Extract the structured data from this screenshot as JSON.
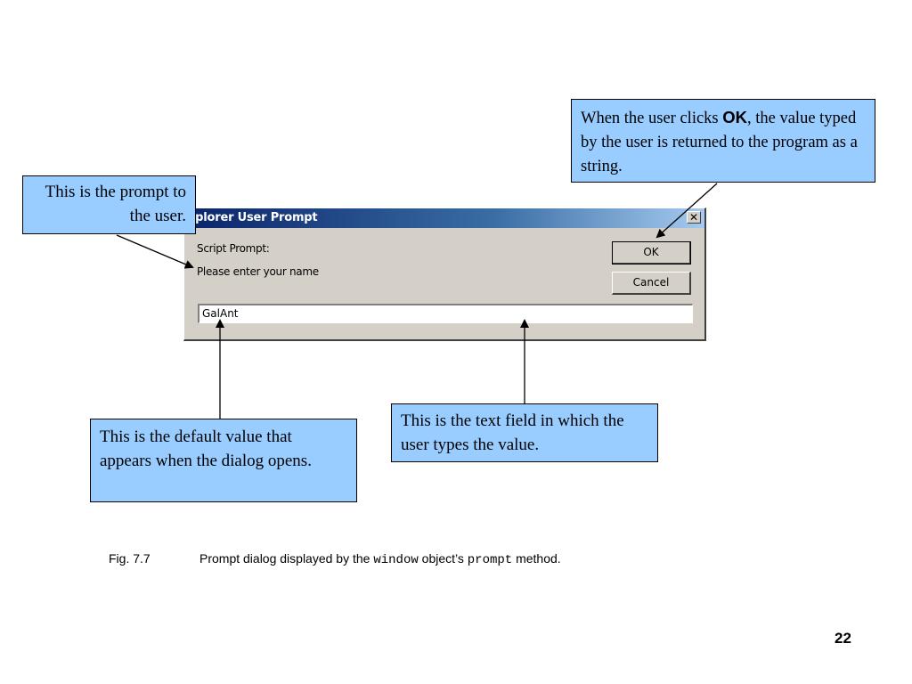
{
  "dialog": {
    "title": "xplorer User Prompt",
    "close_glyph": "✕",
    "script_prompt_label": "Script Prompt:",
    "prompt_text": "Please enter your name",
    "ok_label": "OK",
    "cancel_label": "Cancel",
    "input_value": "GalAnt"
  },
  "callouts": {
    "prompt": "This is the prompt to the user.",
    "ok_before": "When the user clicks ",
    "ok_bold": "OK",
    "ok_after": ", the value typed by the user is returned to the program as a string.",
    "default_value": "This is the default value that appears when the dialog opens.",
    "text_field": "This is the text field in which the user types the value."
  },
  "caption": {
    "fig_number": "Fig. 7.7",
    "text_1": "Prompt dialog displayed by the ",
    "code_1": "window",
    "text_2": " object’s ",
    "code_2": "prompt",
    "text_3": " method."
  },
  "page_number": "22"
}
